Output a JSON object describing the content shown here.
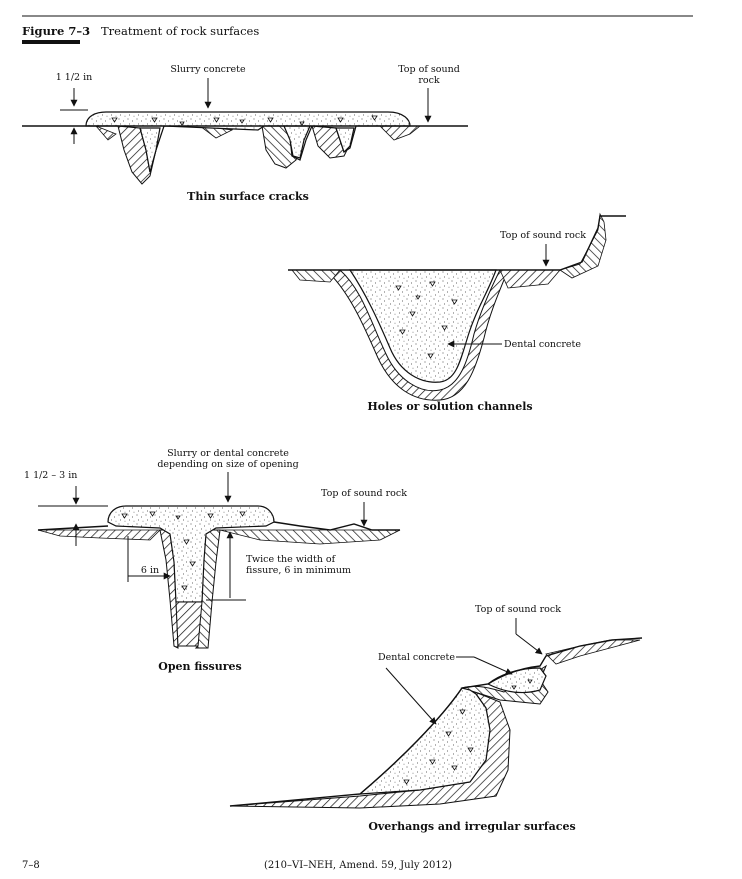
{
  "header": {
    "figure_number": "Figure 7–3",
    "figure_title": "Treatment of rock surfaces"
  },
  "panels": {
    "thin_cracks": {
      "caption": "Thin surface cracks",
      "label_slurry": "Slurry concrete",
      "label_top_line1": "Top of sound",
      "label_top_line2": "rock",
      "label_dim": "1 1/2 in"
    },
    "holes": {
      "caption": "Holes or solution channels",
      "label_top": "Top of sound rock",
      "label_dental": "Dental concrete"
    },
    "fissures": {
      "caption": "Open fissures",
      "label_slurry_line1": "Slurry or dental concrete",
      "label_slurry_line2": "depending on size of opening",
      "label_top": "Top of sound rock",
      "label_dim": "1 1/2 – 3 in",
      "label_width": "6 in",
      "label_twice_line1": "Twice the width of",
      "label_twice_line2": "fissure, 6 in minimum"
    },
    "overhangs": {
      "caption": "Overhangs and irregular surfaces",
      "label_top": "Top of sound rock",
      "label_dental": "Dental concrete"
    }
  },
  "footer": {
    "page": "7–8",
    "source": "(210–VI–NEH, Amend. 59, July 2012)"
  }
}
